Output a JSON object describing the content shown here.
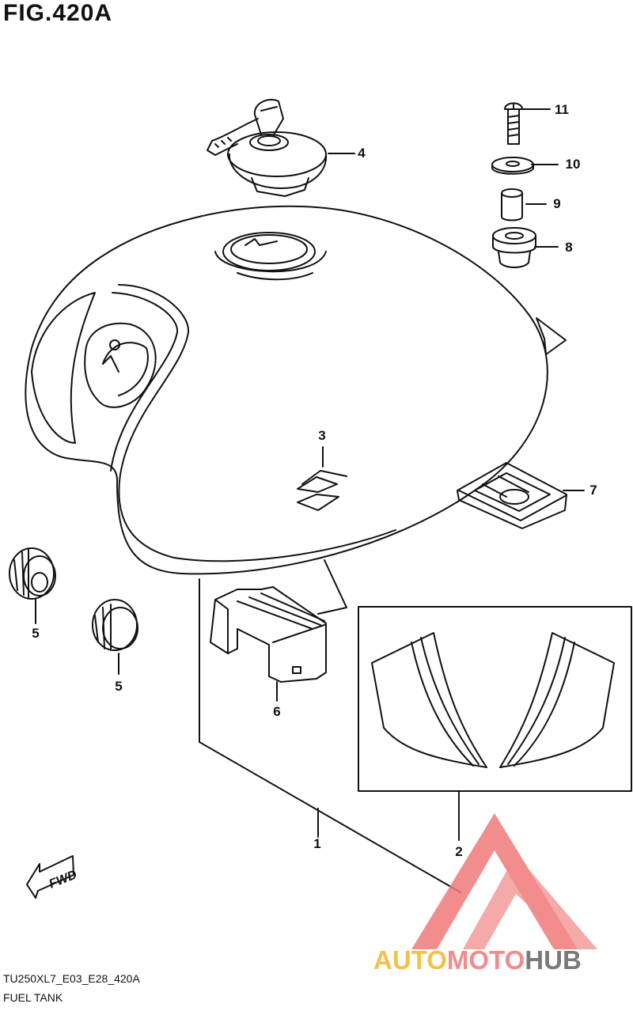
{
  "figure": {
    "title": "FIG.420A",
    "model_code": "TU250XL7_E03_E28_420A",
    "caption": "FUEL TANK",
    "fwd_label": "FWD"
  },
  "callouts": [
    {
      "id": "1",
      "label": "1"
    },
    {
      "id": "2",
      "label": "2"
    },
    {
      "id": "3",
      "label": "3"
    },
    {
      "id": "4",
      "label": "4"
    },
    {
      "id": "5a",
      "label": "5"
    },
    {
      "id": "5b",
      "label": "5"
    },
    {
      "id": "6",
      "label": "6"
    },
    {
      "id": "7",
      "label": "7"
    },
    {
      "id": "8",
      "label": "8"
    },
    {
      "id": "9",
      "label": "9"
    },
    {
      "id": "10",
      "label": "10"
    },
    {
      "id": "11",
      "label": "11"
    }
  ],
  "watermark": {
    "brand": [
      "AUTO",
      "MOTO",
      "HUB"
    ],
    "colors": {
      "auto": "#f2c14a",
      "moto": "#f28c8c",
      "hub": "#7a7a7a",
      "logo": "#f07a7a"
    }
  },
  "colors": {
    "line": "#111111",
    "background": "#ffffff"
  }
}
